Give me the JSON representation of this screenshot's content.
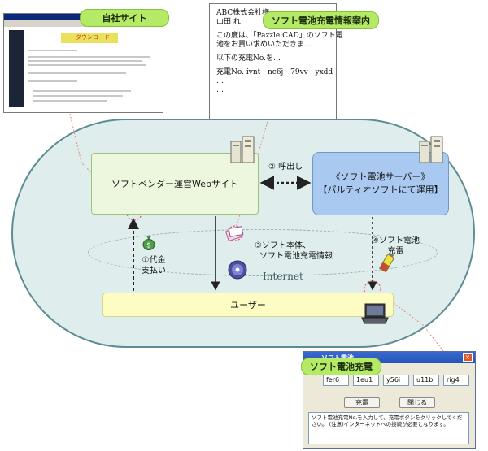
{
  "tags": {
    "own_site": "自社サイト",
    "charge_info": "ソフト電池充電情報案内",
    "charge": "ソフト電池充電"
  },
  "boxes": {
    "vendor": "ソフトベンダー運営Webサイト",
    "server_line1": "《ソフト電池サーバー》",
    "server_line2": "【パルティオソフトにて運用】",
    "user": "ユーザー"
  },
  "labels": {
    "call": "② 呼出し",
    "pay_line1": "①代金",
    "pay_line2": "支払い",
    "software_line1": "③ソフト本体、",
    "software_line2": "ソフト電池充電情報",
    "charge_line1": "④ソフト電池",
    "charge_line2": "充電",
    "internet": "Internet"
  },
  "email": {
    "line1": "ABC株式会社様",
    "line2": "山田 れ",
    "line3": "この度は、「Pazzle.CAD」のソフト電",
    "line4": "池をお買い求めいただきま…",
    "line5": "以下の充電No.を…",
    "line6": "充電No.   ivnt - nc6j - 79vv - yxdd",
    "line7": "…",
    "line8": "…"
  },
  "website": {
    "banner": "ダウンロード"
  },
  "dialog": {
    "title": "ソフト電池",
    "fields": [
      "fer6",
      "1eu1",
      "y56i",
      "u11b",
      "rig4"
    ],
    "charge_button": "充電",
    "close_button": "閉じる",
    "message": "ソフト電池充電No.を入力して、充電ボタンをクリックしてください。 (注意)インターネットへの接続が必要となります。"
  },
  "colors": {
    "oval": "#dfeeed",
    "vendor_box": "#ecf7dd",
    "server_box": "#a9c9f0",
    "user_box": "#fdfdc3",
    "tag": "#b4ea65",
    "connector": "#e08a7a"
  }
}
